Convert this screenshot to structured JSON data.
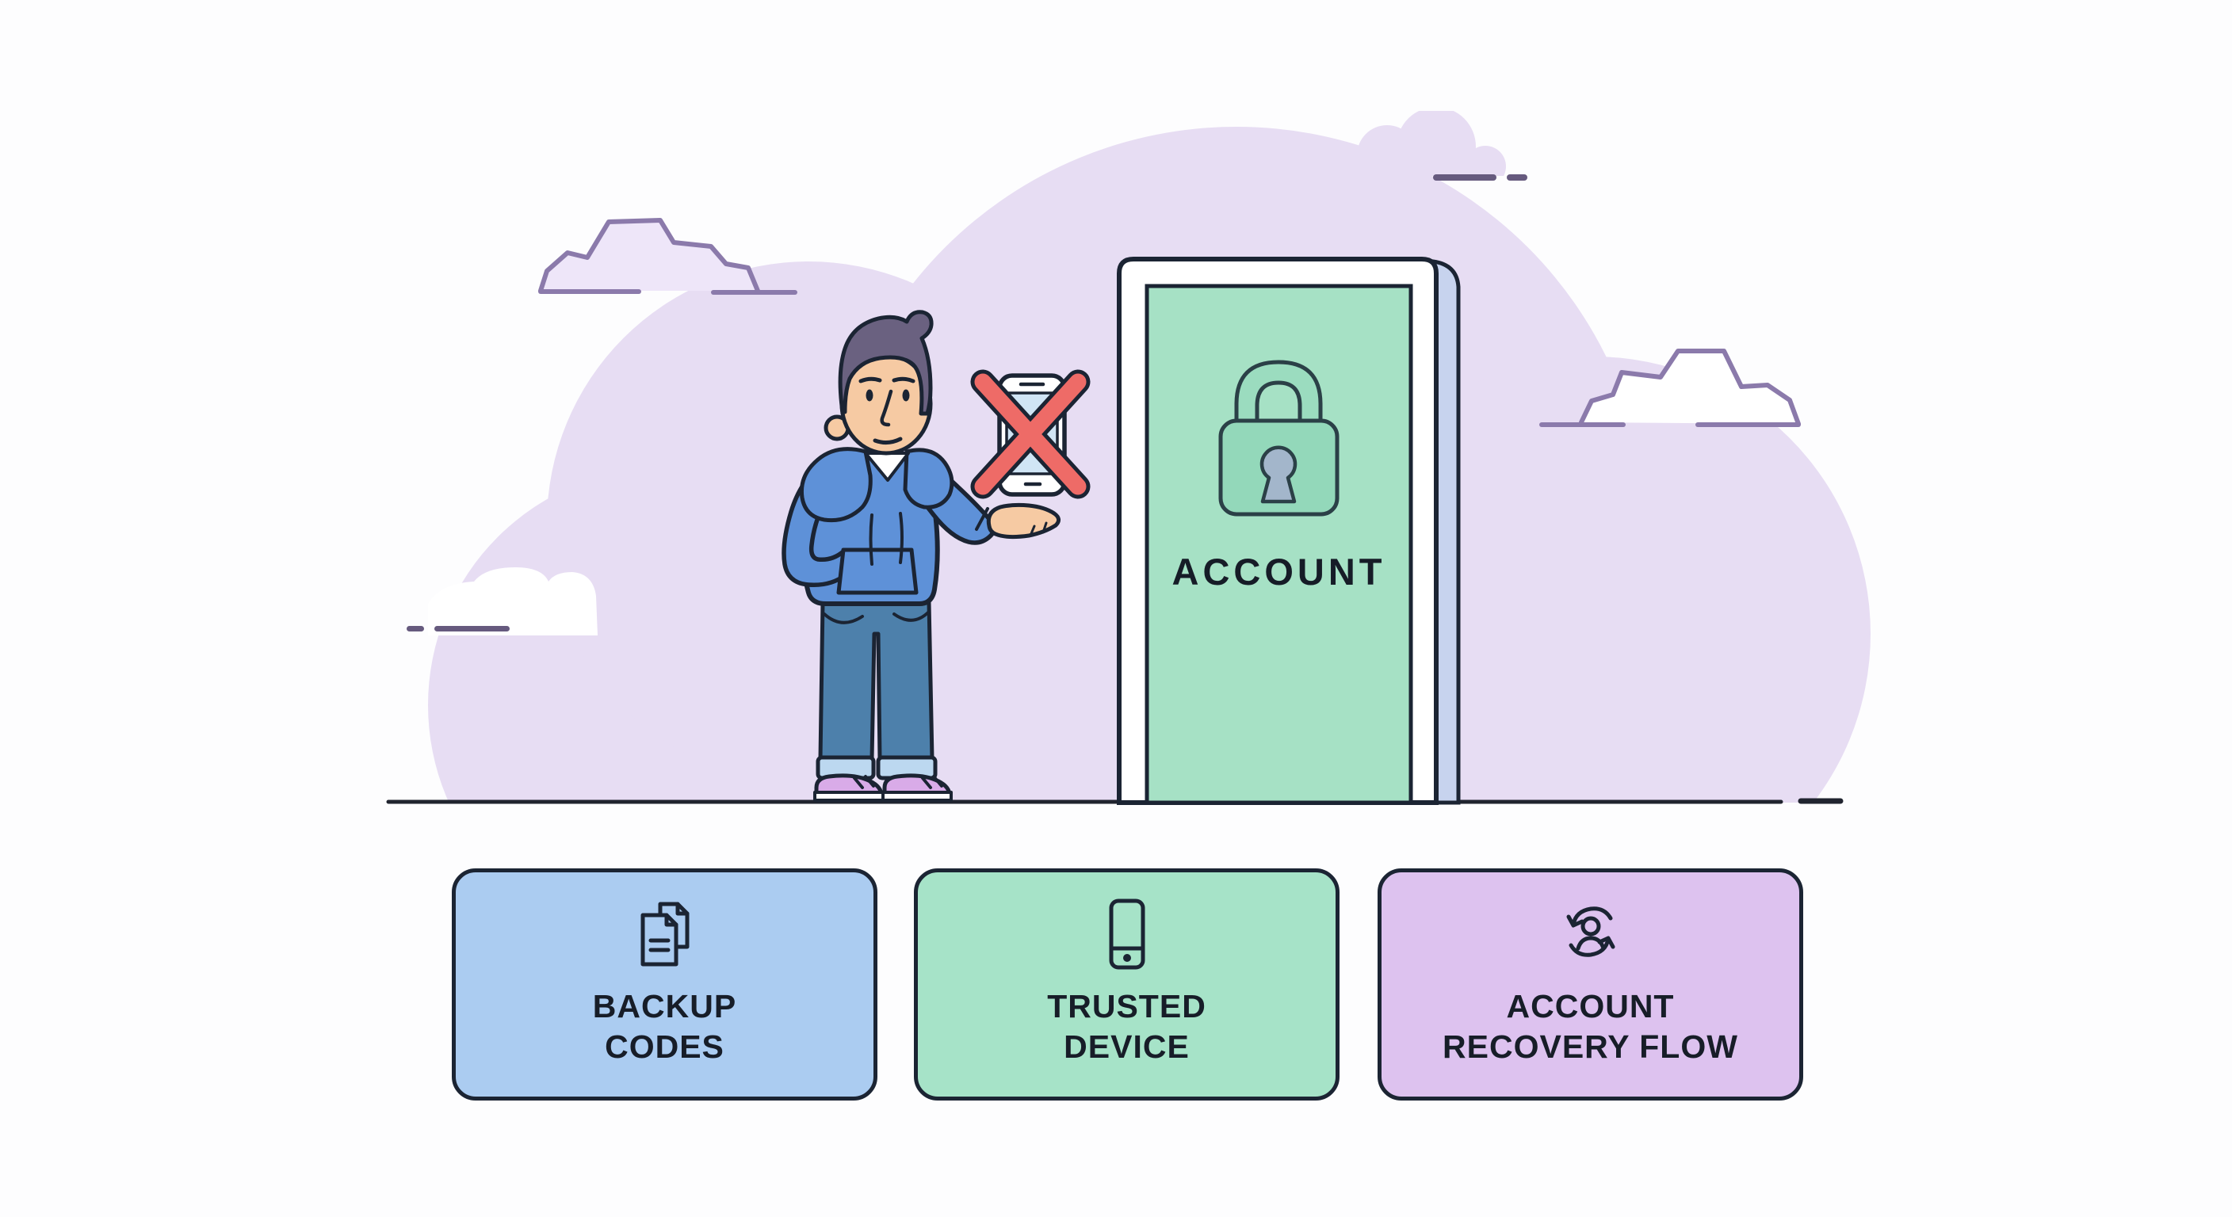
{
  "scene": {
    "title": "account-recovery-illustration",
    "door": {
      "label": "ACCOUNT",
      "icon": "padlock-icon"
    },
    "person": {
      "description": "worried-man-lost-phone",
      "icon": "crossed-out-phone-icon"
    },
    "cards": [
      {
        "label_line1": "BACKUP",
        "label_line2": "CODES",
        "icon": "backup-codes-documents-icon",
        "bg_color": "#abccf1"
      },
      {
        "label_line1": "TRUSTED",
        "label_line2": "DEVICE",
        "icon": "trusted-device-smartphone-icon",
        "bg_color": "#a6e3c8"
      },
      {
        "label_line1": "ACCOUNT",
        "label_line2": "RECOVERY FLOW",
        "icon": "account-recovery-user-refresh-icon",
        "bg_color": "#ddc2ef"
      }
    ],
    "colors": {
      "background": "#fdfdfe",
      "cloud_fill": "#e7ddf3",
      "outlined_cloud_fill": "#eee6f9",
      "cloud_outline": "#8b7aab",
      "dash": "#665a7e",
      "ink": "#1b2433",
      "ground_line": "#20242f",
      "door_panel": "#a6e1c5",
      "door_side_edge": "#c7d3ee",
      "lock_body": "#93d8ba",
      "keyhole": "#a3b6cb",
      "phone_screen": "#d0e5f5",
      "cross_red": "#ee6b67",
      "hoodie_blue": "#5e91d8",
      "jeans_blue": "#4d80ab",
      "cuff_blue": "#bcd8f0",
      "skin": "#f6caa3",
      "hair": "#6a6180",
      "shoes_pink": "#d9abe8",
      "card_text": "#171d28"
    }
  }
}
